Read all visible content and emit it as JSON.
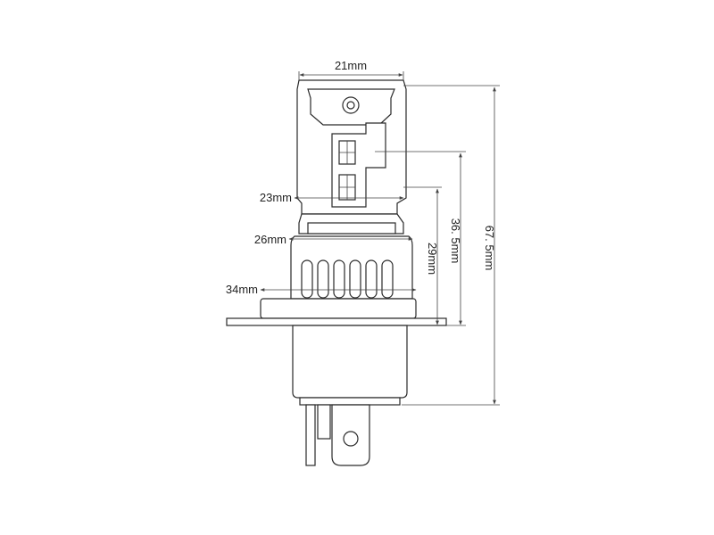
{
  "diagram": {
    "dimensions": {
      "top_width": "21mm",
      "chip_width": "23mm",
      "neck_width": "26mm",
      "base_width": "34mm",
      "height_29": "29mm",
      "height_36_5": "36. 5mm",
      "height_67_5": "67. 5mm"
    }
  }
}
